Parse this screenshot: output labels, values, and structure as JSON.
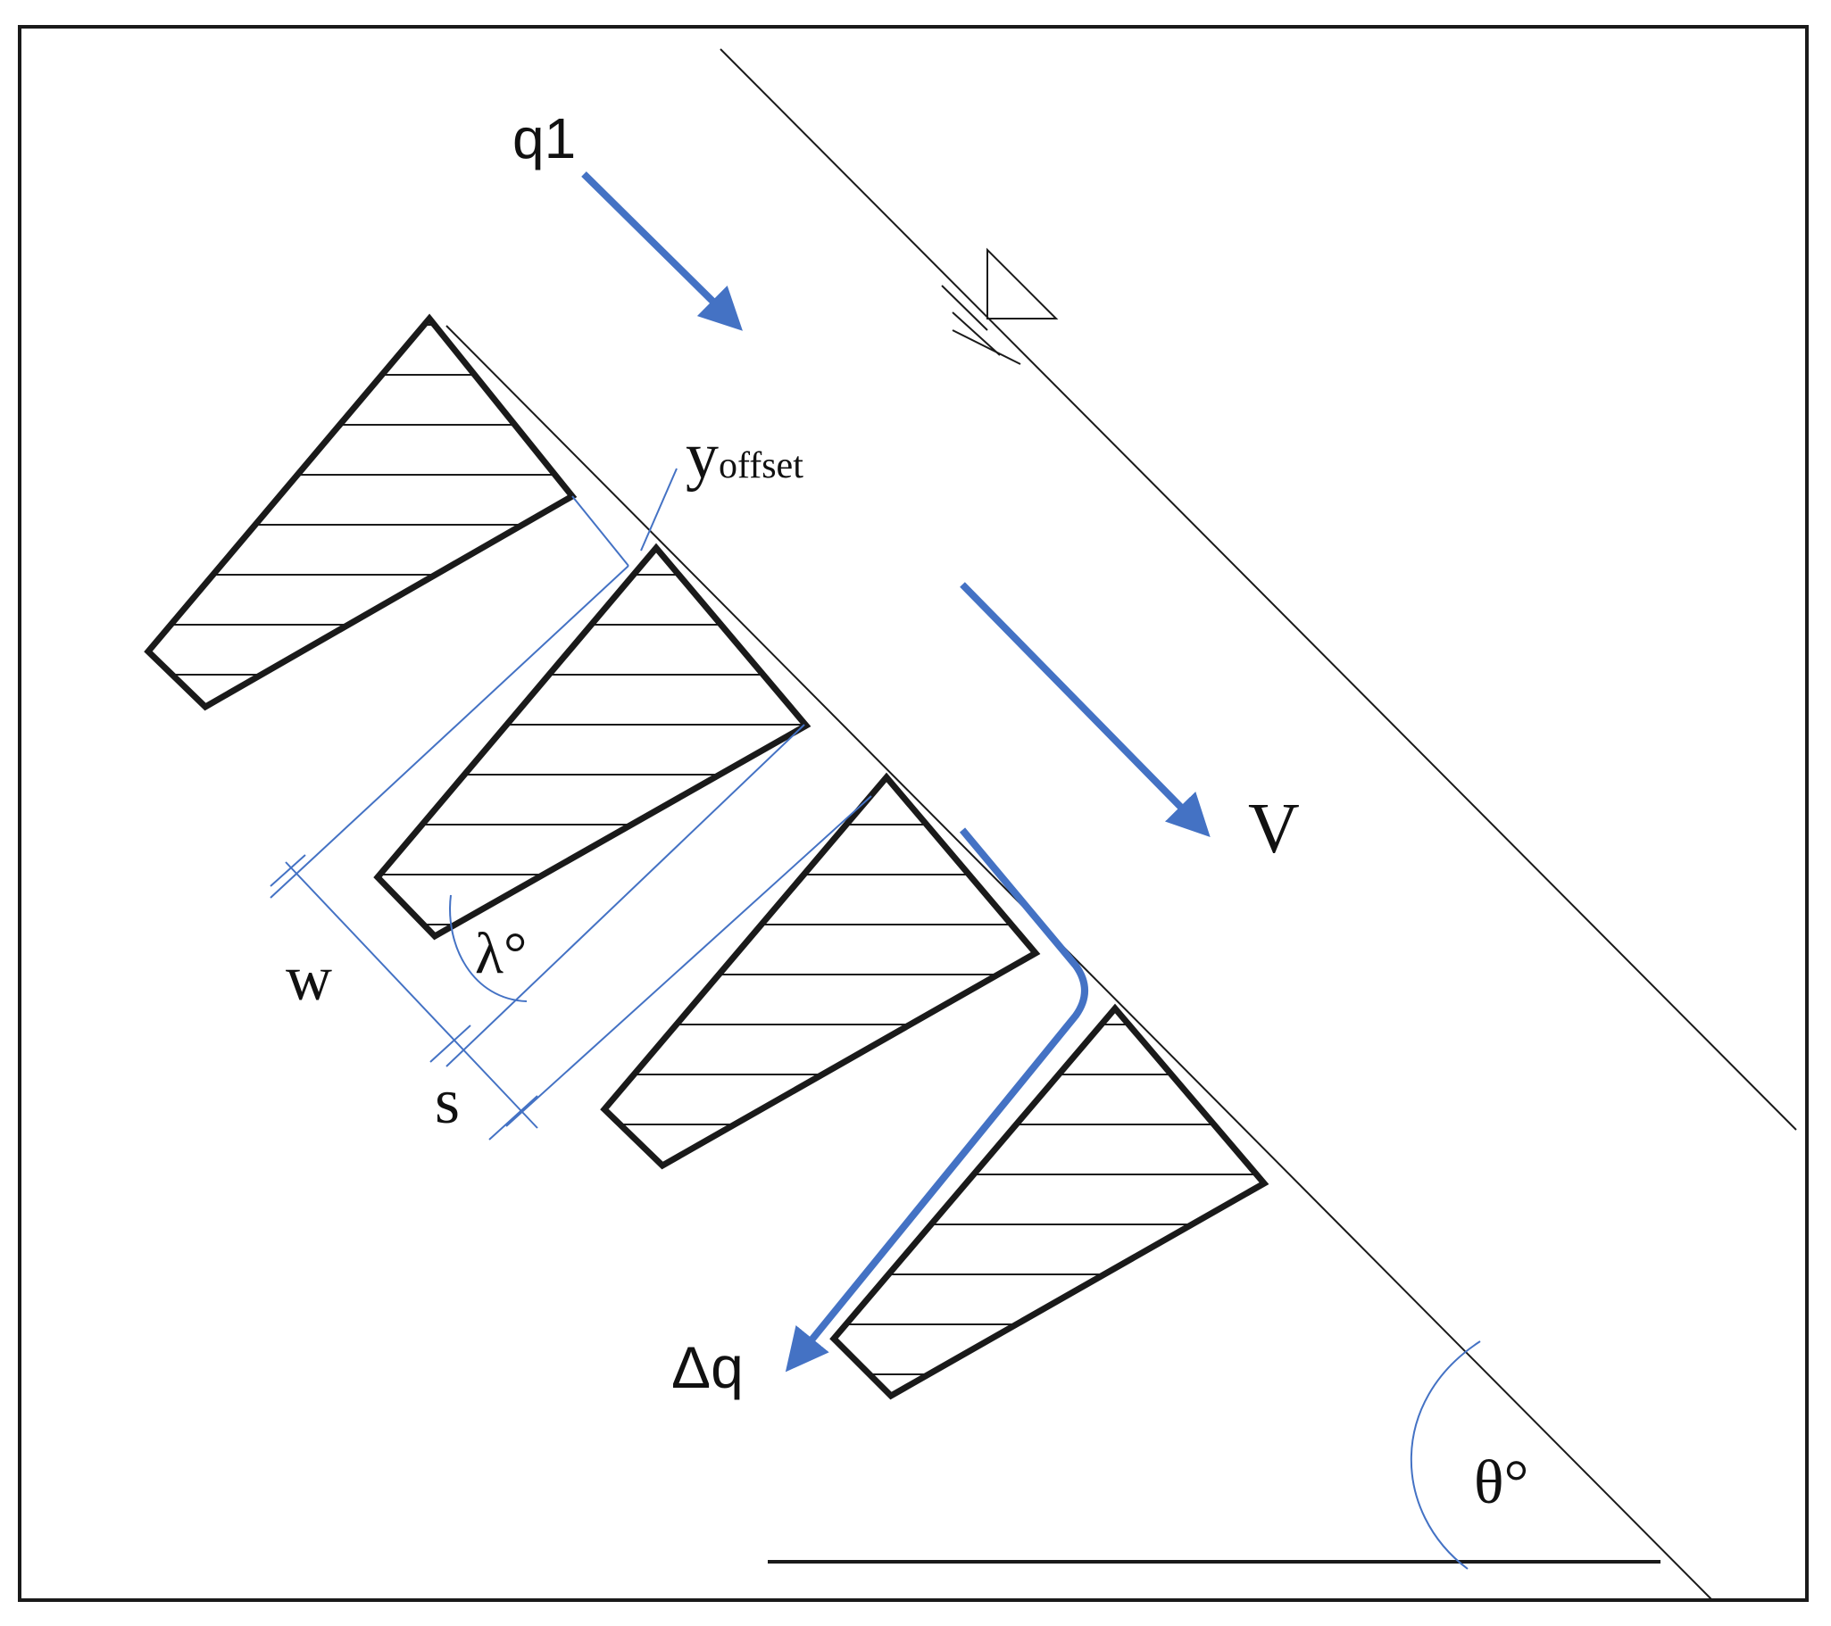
{
  "diagram": {
    "labels": {
      "q1": "q1",
      "V": "V",
      "delta_q": "Δq",
      "y_offset_main": "y",
      "y_offset_sub": "offset",
      "lambda": "λ°",
      "w": "w",
      "s": "s",
      "theta": "θ°"
    },
    "elements": {
      "free_surface_symbol": "water-surface-triangle-icon",
      "teeth_count": 4
    },
    "colors": {
      "structure": "#1a1a1a",
      "dimension": "#4472c4",
      "flow_arrow": "#4472c4",
      "background": "#ffffff"
    }
  }
}
